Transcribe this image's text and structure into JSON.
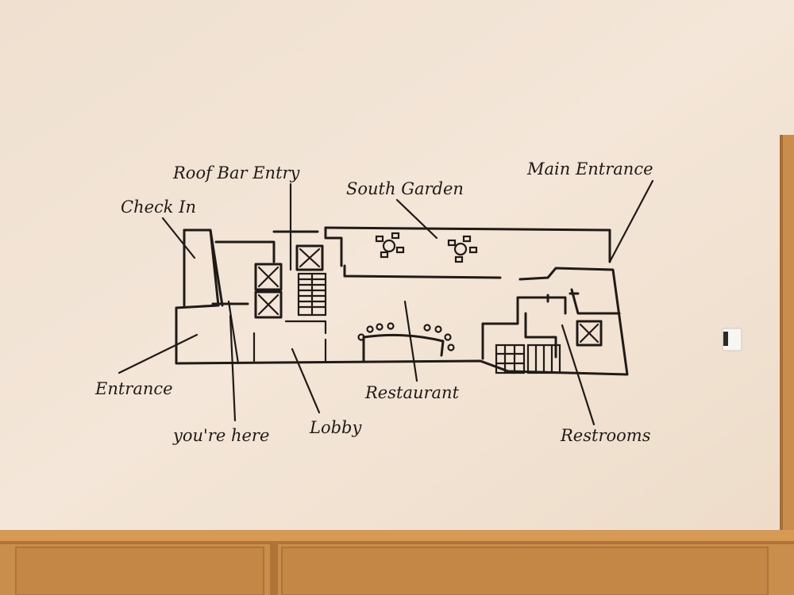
{
  "scene": {
    "kind": "photo of a wire-art floor plan mounted on a wall",
    "colors": {
      "wall": "#f2e3d4",
      "wire": "#1f1b17",
      "wood": "#c98d4c",
      "wood_dark": "#b07436"
    }
  },
  "labels": {
    "roof_bar_entry": "Roof Bar Entry",
    "south_garden": "South Garden",
    "main_entrance": "Main Entrance",
    "check_in": "Check In",
    "entrance": "Entrance",
    "youre_here": "you're here",
    "lobby": "Lobby",
    "restaurant": "Restaurant",
    "restrooms": "Restrooms"
  }
}
